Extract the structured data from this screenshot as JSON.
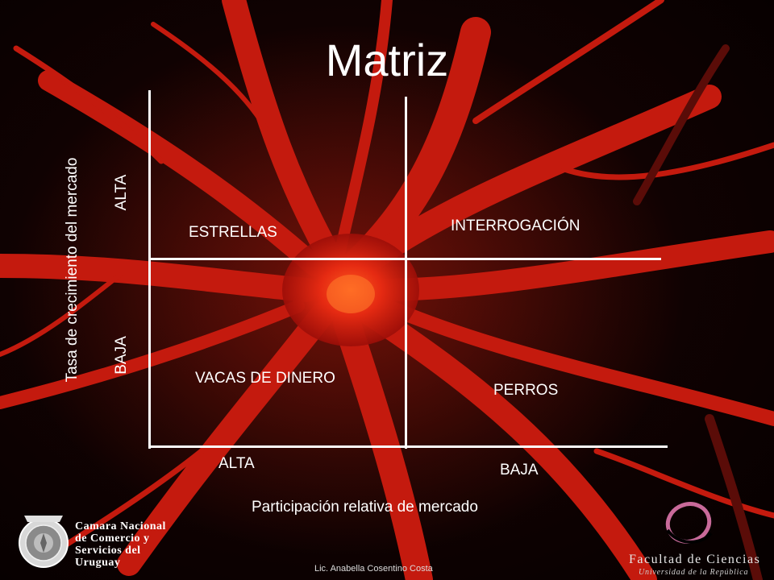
{
  "slide": {
    "title": "Matriz",
    "y_axis_title": "Tasa de crecimiento del mercado",
    "x_axis_title": "Participación relativa de mercado",
    "y_levels": {
      "high": "ALTA",
      "low": "BAJA"
    },
    "x_levels": {
      "high": "ALTA",
      "low": "BAJA"
    },
    "quadrants": {
      "top_left": "ESTRELLAS",
      "top_right": "INTERROGACIÓN",
      "bottom_left": "VACAS DE DINERO",
      "bottom_right": "PERROS"
    }
  },
  "footer": {
    "author": "Lic. Anabella Cosentino Costa",
    "chamber_lines": [
      "Camara Nacional",
      "de Comercio y",
      "Servicios del",
      "Uruguay"
    ],
    "faculty_name": "Facultad de Ciencias",
    "faculty_subtitle": "Universidad de la República"
  },
  "colors": {
    "text": "#ffffff",
    "neuron": "#d01a10",
    "logo_ring": "#c86a9a"
  }
}
